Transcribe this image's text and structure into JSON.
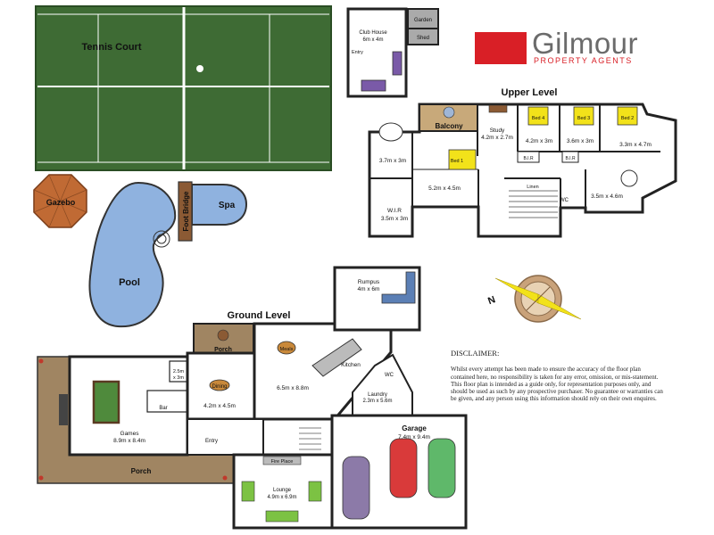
{
  "brand": {
    "name": "Gilmour",
    "tagline": "PROPERTY AGENTS",
    "color": "#d91f26"
  },
  "levels": {
    "upper": "Upper Level",
    "ground": "Ground Level"
  },
  "outdoor": {
    "tennis_court": "Tennis Court",
    "gazebo": "Gazebo",
    "pool": "Pool",
    "spa": "Spa",
    "foot_bridge": "Foot Bridge",
    "club_house": "Club House",
    "club_house_size": "6m x 4m",
    "club_entry": "Entry",
    "garden": "Garden",
    "shed": "Shed"
  },
  "upper_rooms": {
    "balcony": "Balcony",
    "study": "Study",
    "study_size": "4.2m x 2.7m",
    "bed4": "Bed 4",
    "bed4_size": "4.2m x 3m",
    "bed3": "Bed 3",
    "bed3_size": "3.6m x 3m",
    "bed2": "Bed 2",
    "bed2_size": "3.3m x 4.7m",
    "bed1": "Bed 1",
    "bed1_size": "5.2m x 4.5m",
    "ensuite_size": "3.7m x 3m",
    "wir": "W.I.R",
    "wir_size": "3.5m x 3m",
    "bir1": "B.I.R",
    "bir2": "B.I.R",
    "linen": "Linen",
    "wc": "WC",
    "bath_size": "3.5m x 4.6m"
  },
  "ground_rooms": {
    "rumpus": "Rumpus",
    "rumpus_size": "4m x 6m",
    "porch_top": "Porch",
    "meals": "Meals",
    "dining": "Dining",
    "dining_size": "4.2m x 4.5m",
    "kitchen": "Kitchen",
    "living_size": "6.5m x 8.8m",
    "wc": "WC",
    "laundry": "Laundry",
    "laundry_size": "2.3m x 5.6m",
    "small_size_a": "2.5m",
    "small_size_b": "x 3m",
    "bar": "Bar",
    "games": "Games",
    "games_size": "8.9m x 8.4m",
    "entry": "Entry",
    "fireplace": "Fire Place",
    "lounge": "Lounge",
    "lounge_size": "4.9m x 6.9m",
    "garage": "Garage",
    "garage_size": "7.4m x 9.4m",
    "porch_bottom": "Porch"
  },
  "disclaimer": {
    "title": "DISCLAIMER:",
    "text": "Whilst every attempt has been made to ensure the accuracy of the floor plan contained here, no responsibility is taken for any error, omission, or mis-statement. This floor plan is intended as a guide only, for representation purposes only, and should be used as such by any prospective purchaser. No guarantee or warranties can be given, and any person using this information should rely on their own enquires."
  },
  "colors": {
    "court_green": "#3e6b34",
    "pool_blue": "#8fb2df",
    "deck_brown": "#a08562",
    "gazebo_orange": "#c06a34",
    "balcony_tan": "#c8a97a",
    "wall": "#222222",
    "bed_yellow": "#f2e21a",
    "couch_green": "#7cc243"
  }
}
